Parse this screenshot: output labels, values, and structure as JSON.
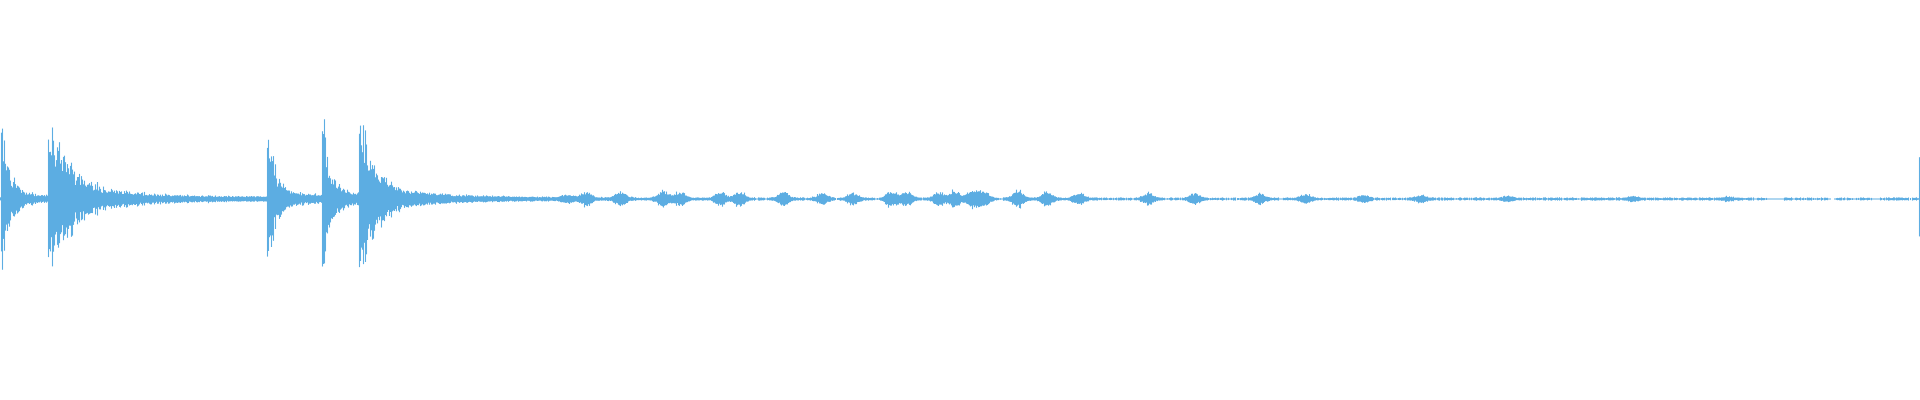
{
  "waveform": {
    "color": "#5dade2",
    "background": "#ffffff",
    "amplitude_range": [
      -1,
      1
    ],
    "time_range": [
      0,
      1
    ],
    "transients": [
      {
        "t": 0.0005,
        "amp": 0.5,
        "decay": 0.02
      },
      {
        "t": 0.0245,
        "amp": 0.52,
        "decay": 0.06
      },
      {
        "t": 0.139,
        "amp": 0.52,
        "decay": 0.02
      },
      {
        "t": 0.1675,
        "amp": 0.57,
        "decay": 0.018
      },
      {
        "t": 0.1865,
        "amp": 0.55,
        "decay": 0.04
      },
      {
        "t": 0.999,
        "amp": 0.7,
        "decay": 0.002
      }
    ],
    "bursts": [
      {
        "t": 0.295,
        "amp": 0.02
      },
      {
        "t": 0.305,
        "amp": 0.04
      },
      {
        "t": 0.323,
        "amp": 0.045
      },
      {
        "t": 0.345,
        "amp": 0.05
      },
      {
        "t": 0.354,
        "amp": 0.045
      },
      {
        "t": 0.375,
        "amp": 0.04
      },
      {
        "t": 0.385,
        "amp": 0.045
      },
      {
        "t": 0.408,
        "amp": 0.04
      },
      {
        "t": 0.428,
        "amp": 0.035
      },
      {
        "t": 0.444,
        "amp": 0.035
      },
      {
        "t": 0.464,
        "amp": 0.05
      },
      {
        "t": 0.472,
        "amp": 0.045
      },
      {
        "t": 0.489,
        "amp": 0.045
      },
      {
        "t": 0.497,
        "amp": 0.05
      },
      {
        "t": 0.506,
        "amp": 0.05
      },
      {
        "t": 0.512,
        "amp": 0.05
      },
      {
        "t": 0.53,
        "amp": 0.055
      },
      {
        "t": 0.545,
        "amp": 0.04
      },
      {
        "t": 0.562,
        "amp": 0.035
      },
      {
        "t": 0.598,
        "amp": 0.035
      },
      {
        "t": 0.622,
        "amp": 0.03
      },
      {
        "t": 0.656,
        "amp": 0.03
      },
      {
        "t": 0.68,
        "amp": 0.025
      },
      {
        "t": 0.71,
        "amp": 0.02
      },
      {
        "t": 0.74,
        "amp": 0.02
      },
      {
        "t": 0.785,
        "amp": 0.015
      },
      {
        "t": 0.85,
        "amp": 0.012
      },
      {
        "t": 0.9,
        "amp": 0.01
      }
    ],
    "baseline_amp": 0.01,
    "gaps": [
      [
        0.92,
        0.929
      ],
      [
        0.952,
        0.956
      ],
      [
        0.975,
        0.979
      ]
    ]
  }
}
